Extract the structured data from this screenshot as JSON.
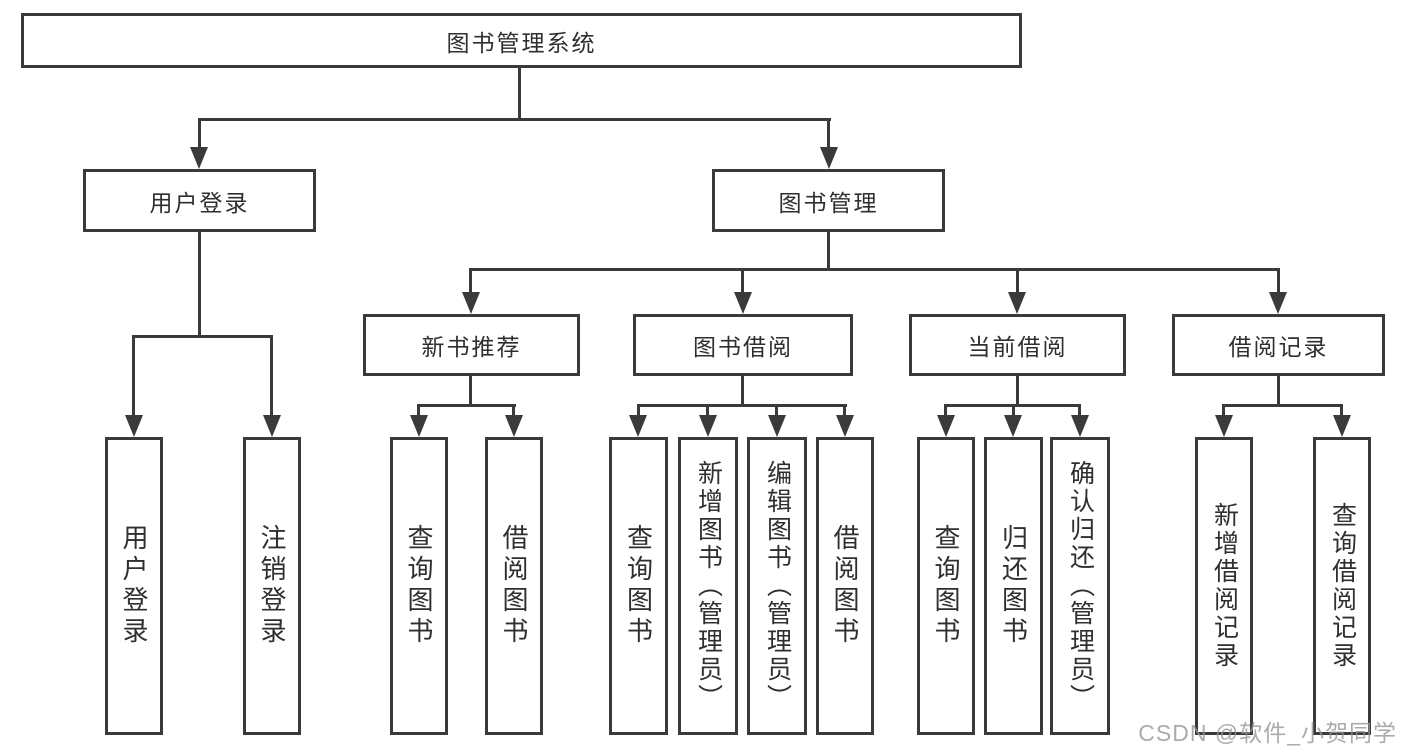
{
  "diagram": {
    "root": {
      "label": "图书管理系统"
    },
    "branches": [
      {
        "label": "用户登录",
        "children": [
          {
            "label": "用户登录"
          },
          {
            "label": "注销登录"
          }
        ]
      },
      {
        "label": "图书管理",
        "children": [
          {
            "label": "新书推荐",
            "children": [
              {
                "label": "查询图书"
              },
              {
                "label": "借阅图书"
              }
            ]
          },
          {
            "label": "图书借阅",
            "children": [
              {
                "label": "查询图书"
              },
              {
                "label": "新增图书（管理员）"
              },
              {
                "label": "编辑图书（管理员）"
              },
              {
                "label": "借阅图书"
              }
            ]
          },
          {
            "label": "当前借阅",
            "children": [
              {
                "label": "查询图书"
              },
              {
                "label": "归还图书"
              },
              {
                "label": "确认归还（管理员）"
              }
            ]
          },
          {
            "label": "借阅记录",
            "children": [
              {
                "label": "新增借阅记录"
              },
              {
                "label": "查询借阅记录"
              }
            ]
          }
        ]
      }
    ]
  },
  "watermark": {
    "text": "CSDN @软件_小贺同学"
  },
  "colors": {
    "line": "#3a3a3a",
    "text": "#2f2f2f",
    "background": "#ffffff",
    "watermark": "#969696"
  }
}
